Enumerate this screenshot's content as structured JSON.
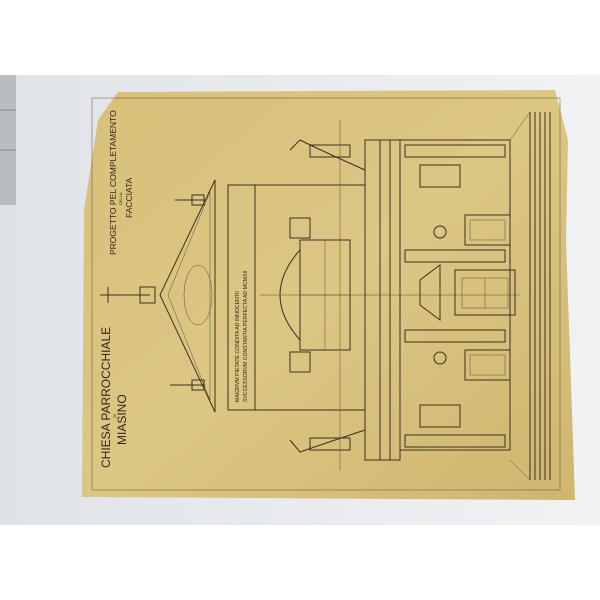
{
  "drawing": {
    "title": "CHIESA PARROCCHIALE",
    "title_di": "DI",
    "title_place": "MIASINO",
    "subtitle": "PROGETTO PEL COMPLETAMENTO",
    "subtitle_della": "DELLA",
    "subtitle_facciata": "FACCIATA",
    "inscription_line1": "MAIORVM PIETATE CONDITA AD INNOCENTII",
    "inscription_line2": "SVCCESSORVM CONSTANTIA PERFECTA AD MCMXII"
  },
  "colors": {
    "background": "#eef0f2",
    "paper": "#d9c27e",
    "ink": "#3a3120"
  }
}
